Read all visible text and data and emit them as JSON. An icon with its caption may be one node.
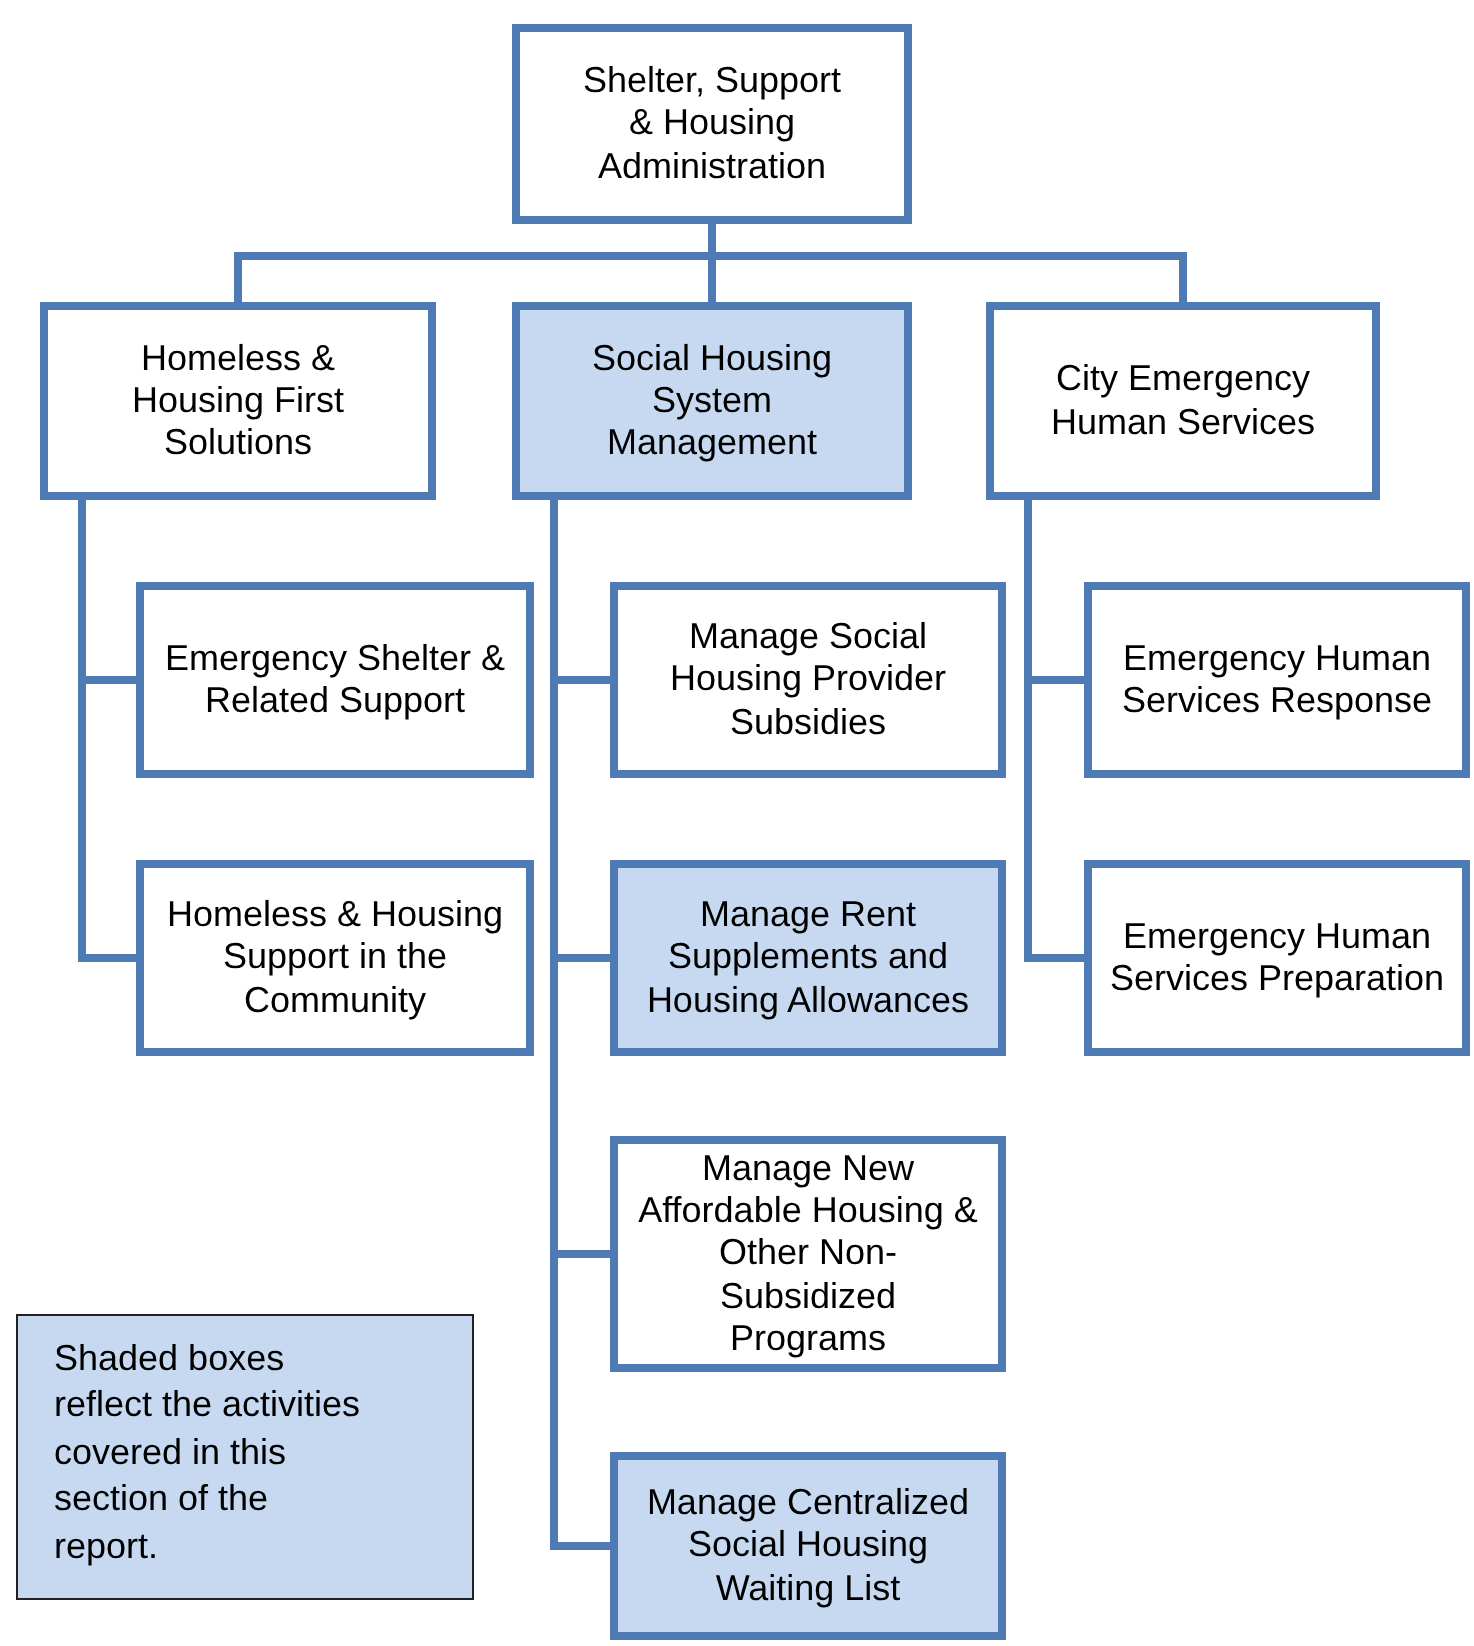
{
  "diagram": {
    "nodes": [
      {
        "text": [
          "Shelter, Support & Housing Administration"
        ]
      },
      {
        "text": [
          "Homeless & Housing First Solutions"
        ]
      },
      {
        "text": [
          "Social Housing System Management"
        ]
      },
      {
        "text": [
          "City Emergency Human Services"
        ]
      },
      {
        "text": [
          "Emergency Shelter & Related Support"
        ]
      },
      {
        "text": [
          "Homeless & Housing Support in the Community"
        ]
      },
      {
        "text": [
          "Manage Social Housing Provider Subsidies"
        ]
      },
      {
        "text": [
          "Manage Rent Supplements and Housing Allowances"
        ]
      },
      {
        "text": [
          "Manage New Affordable Housing & Other Non-Subsidized Programs"
        ]
      },
      {
        "text": [
          "Manage Centralized Social Housing Waiting List"
        ]
      },
      {
        "text": [
          "Emergency Human Services Response"
        ]
      },
      {
        "text": [
          "Emergency Human Services Preparation"
        ]
      },
      {
        "text": [
          "Shaded boxes reflect the activities covered in this section of the report."
        ]
      }
    ],
    "edges": [
      {
        "from": 0,
        "to": 1,
        "arrow": "none"
      },
      {
        "from": 0,
        "to": 2,
        "arrow": "none"
      },
      {
        "from": 0,
        "to": 3,
        "arrow": "none"
      },
      {
        "from": 1,
        "to": 4,
        "arrow": "none"
      },
      {
        "from": 1,
        "to": 5,
        "arrow": "none"
      },
      {
        "from": 2,
        "to": 6,
        "arrow": "none"
      },
      {
        "from": 2,
        "to": 7,
        "arrow": "none"
      },
      {
        "from": 2,
        "to": 8,
        "arrow": "none"
      },
      {
        "from": 2,
        "to": 9,
        "arrow": "none"
      },
      {
        "from": 3,
        "to": 10,
        "arrow": "none"
      },
      {
        "from": 3,
        "to": 11,
        "arrow": "none"
      }
    ]
  }
}
